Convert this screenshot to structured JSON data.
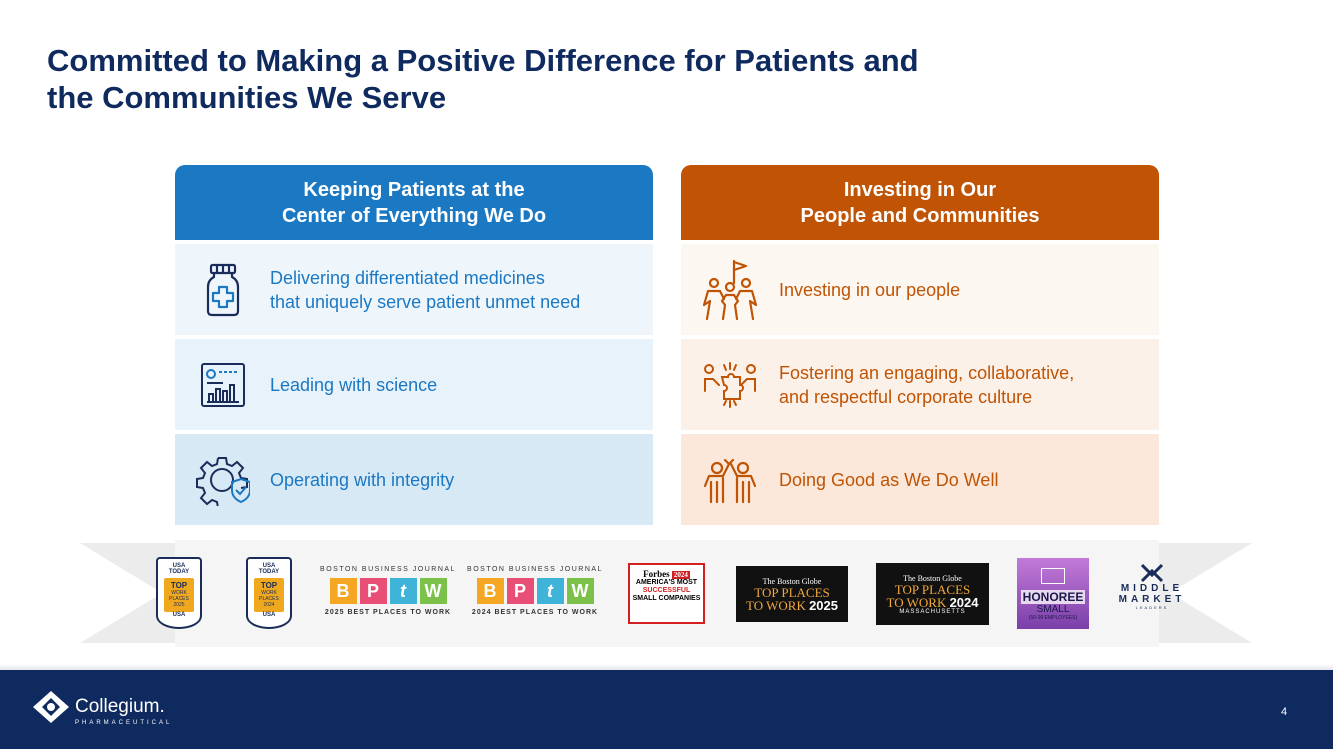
{
  "title": {
    "line1": "Committed to Making a Positive Difference for Patients and",
    "line2": "the Communities We Serve"
  },
  "left_column": {
    "header_line1": "Keeping Patients at the",
    "header_line2": "Center of Everything We Do",
    "color": "#1b78c3",
    "items": [
      {
        "icon": "medicine-bottle-icon",
        "line1": "Delivering differentiated medicines",
        "line2": "that uniquely serve patient unmet need"
      },
      {
        "icon": "research-chart-icon",
        "line1": "Leading with science"
      },
      {
        "icon": "gear-shield-icon",
        "line1": "Operating with integrity"
      }
    ]
  },
  "right_column": {
    "header_line1": "Investing in Our",
    "header_line2": "People and Communities",
    "color": "#c05404",
    "items": [
      {
        "icon": "team-flag-icon",
        "line1": "Investing in our people"
      },
      {
        "icon": "collaboration-puzzle-icon",
        "line1": "Fostering an engaging, collaborative,",
        "line2": "and respectful corporate culture"
      },
      {
        "icon": "high-five-icon",
        "line1": "Doing Good as We Do Well"
      }
    ]
  },
  "awards": {
    "usa_today_2025": {
      "brand1": "USA",
      "brand2": "TODAY",
      "top": "TOP",
      "l1": "WORK",
      "l2": "PLACES",
      "year": "2025",
      "country": "USA"
    },
    "usa_today_2024": {
      "brand1": "USA",
      "brand2": "TODAY",
      "top": "TOP",
      "l1": "WORK",
      "l2": "PLACES",
      "year": "2024",
      "country": "USA"
    },
    "bptw_2025": {
      "journal": "BOSTON BUSINESS JOURNAL",
      "b": "B",
      "p": "P",
      "t": "t",
      "w": "W",
      "tag": "2025 BEST PLACES TO WORK"
    },
    "bptw_2024": {
      "journal": "BOSTON BUSINESS JOURNAL",
      "b": "B",
      "p": "P",
      "t": "t",
      "w": "W",
      "tag": "2024 BEST PLACES TO WORK"
    },
    "forbes": {
      "brand": "Forbes",
      "year": "2024",
      "l1": "AMERICA'S MOST",
      "l2": "SUCCESSFUL",
      "l3": "SMALL COMPANIES"
    },
    "globe_2025": {
      "paper": "The Boston Globe",
      "l1": "TOP PLACES",
      "l2": "TO WORK",
      "year": "2025"
    },
    "globe_2024": {
      "paper": "The Boston Globe",
      "l1": "TOP PLACES",
      "l2": "TO WORK",
      "year": "2024",
      "state": "MASSACHUSETTS"
    },
    "honoree": {
      "l1": "HONOREE",
      "l2": "SMALL",
      "l3": "(50-99 EMPLOYEES)"
    },
    "middle_market": {
      "w1": "MIDDLE",
      "w2": "MARKET",
      "w3": "LEADERS"
    }
  },
  "footer": {
    "logo_word": "Collegium.",
    "logo_sub": "PHARMACEUTICAL",
    "page_number": "4",
    "background": "#0f2a5e"
  }
}
